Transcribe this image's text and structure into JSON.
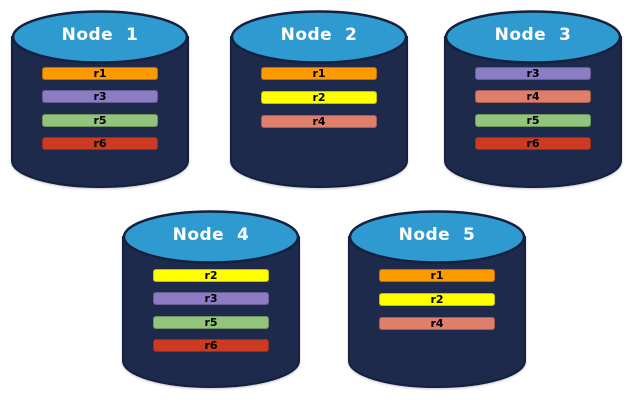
{
  "palette": {
    "page_background": "#FFFFFF",
    "cylinder_body": "#1D2A4C",
    "cylinder_top": "#2F9AD0",
    "cylinder_outline": "#14203E",
    "title_text": "#FFFFFF",
    "bar_text": "#000000"
  },
  "replica_colors": {
    "r1": "#FF9900",
    "r2": "#FFFF00",
    "r3": "#8B7CC3",
    "r4": "#DE7E6B",
    "r5": "#93C47D",
    "r6": "#CC3B21"
  },
  "nodes": [
    {
      "label": "Node  1",
      "bars": [
        {
          "label": "r1",
          "color": "#FF9900"
        },
        {
          "label": "r3",
          "color": "#8B7CC3"
        },
        {
          "label": "r5",
          "color": "#93C47D"
        },
        {
          "label": "r6",
          "color": "#CC3B21"
        }
      ]
    },
    {
      "label": "Node  2",
      "bars": [
        {
          "label": "r1",
          "color": "#FF9900"
        },
        {
          "label": "r2",
          "color": "#FFFF00"
        },
        {
          "label": "r4",
          "color": "#DE7E6B"
        }
      ]
    },
    {
      "label": "Node  3",
      "bars": [
        {
          "label": "r3",
          "color": "#8B7CC3"
        },
        {
          "label": "r4",
          "color": "#DE7E6B"
        },
        {
          "label": "r5",
          "color": "#93C47D"
        },
        {
          "label": "r6",
          "color": "#CC3B21"
        }
      ]
    },
    {
      "label": "Node  4",
      "bars": [
        {
          "label": "r2",
          "color": "#FFFF00"
        },
        {
          "label": "r3",
          "color": "#8B7CC3"
        },
        {
          "label": "r5",
          "color": "#93C47D"
        },
        {
          "label": "r6",
          "color": "#CC3B21"
        }
      ]
    },
    {
      "label": "Node  5",
      "bars": [
        {
          "label": "r1",
          "color": "#FF9900"
        },
        {
          "label": "r2",
          "color": "#FFFF00"
        },
        {
          "label": "r4",
          "color": "#DE7E6B"
        }
      ]
    }
  ]
}
